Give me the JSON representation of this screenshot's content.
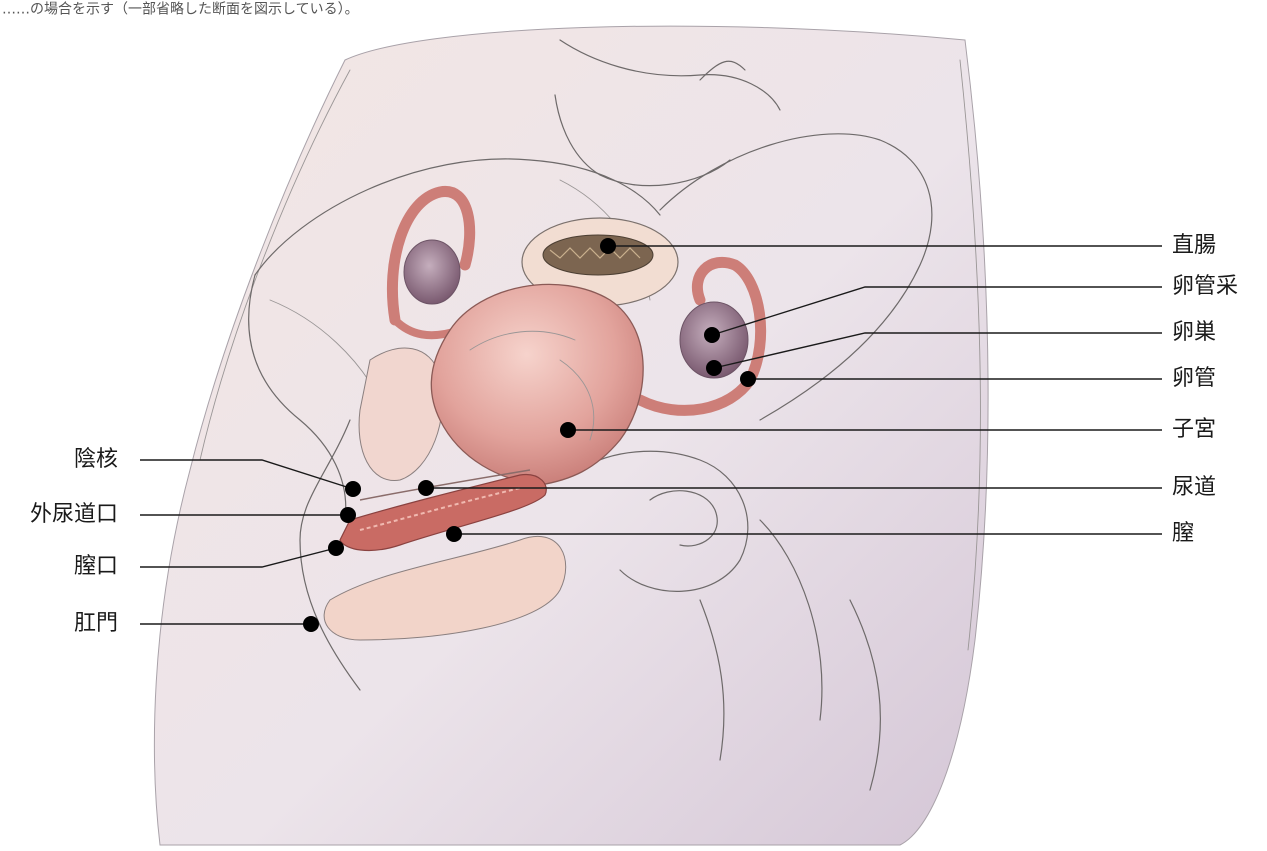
{
  "caption": "……の場合を示す（一部省略した断面を図示している）。",
  "colors": {
    "body_tint": "#d9cdd8",
    "organ_pink": "#e7a9a2",
    "organ_dark": "#b8605f",
    "ovary": "#8e6f84",
    "rectum_fill": "#7c6550",
    "label": "#1a1a1a"
  },
  "labels": {
    "right": [
      {
        "id": "rectum",
        "text": "直腸"
      },
      {
        "id": "fimbriae",
        "text": "卵管采"
      },
      {
        "id": "ovary",
        "text": "卵巣"
      },
      {
        "id": "fallopian_tube",
        "text": "卵管"
      },
      {
        "id": "uterus",
        "text": "子宮"
      },
      {
        "id": "urethra",
        "text": "尿道"
      },
      {
        "id": "vagina",
        "text": "膣"
      }
    ],
    "left": [
      {
        "id": "clitoris",
        "text": "陰核"
      },
      {
        "id": "external_urethral_orifice",
        "text": "外尿道口"
      },
      {
        "id": "vaginal_orifice",
        "text": "膣口"
      },
      {
        "id": "anus",
        "text": "肛門"
      }
    ]
  }
}
